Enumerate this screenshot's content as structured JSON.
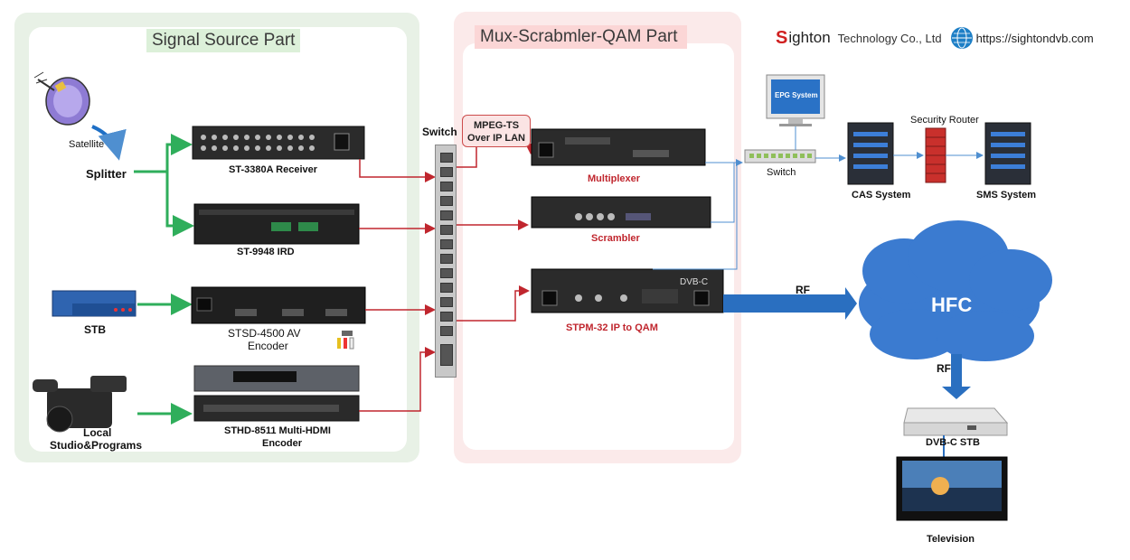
{
  "titles": {
    "signal_source": "Signal Source Part",
    "mux": "Mux-Scrabmler-QAM Part"
  },
  "brand": {
    "logo_letter": "S",
    "name": "ighton",
    "suffix": "Technology Co., Ltd",
    "url": "https://sightondvb.com"
  },
  "labels": {
    "satellite": "Satellite",
    "splitter": "Splitter",
    "receiver": "ST-3380A Receiver",
    "ird": "ST-9948 IRD",
    "stb_left": "STB",
    "av_encoder_1": "STSD-4500 AV",
    "av_encoder_2": "Encoder",
    "local_1": "Local",
    "local_2": "Studio&Programs",
    "hdmi_encoder_1": "STHD-8511 Multi-HDMI",
    "hdmi_encoder_2": "Encoder",
    "switch_mid": "Switch",
    "mpeg_ts_1": "MPEG-TS",
    "mpeg_ts_2": "Over IP LAN",
    "multiplexer": "Multiplexer",
    "scrambler": "Scrambler",
    "qam": "STPM-32 IP to QAM",
    "qam_panel_text": "DVB-C",
    "rf_1": "RF",
    "rf_2": "RF",
    "hfc": "HFC",
    "epg": "EPG System",
    "switch_right": "Switch",
    "security_router": "Security Router",
    "cas": "CAS System",
    "sms": "SMS System",
    "dvbc_stb": "DVB-C STB",
    "television": "Television"
  },
  "colors": {
    "green_arrow": "#2fae5b",
    "red_line": "#c0262e",
    "blue_line": "#4f8fd0",
    "big_arrow": "#2a6fc0",
    "cloud": "#3b7bd0"
  }
}
